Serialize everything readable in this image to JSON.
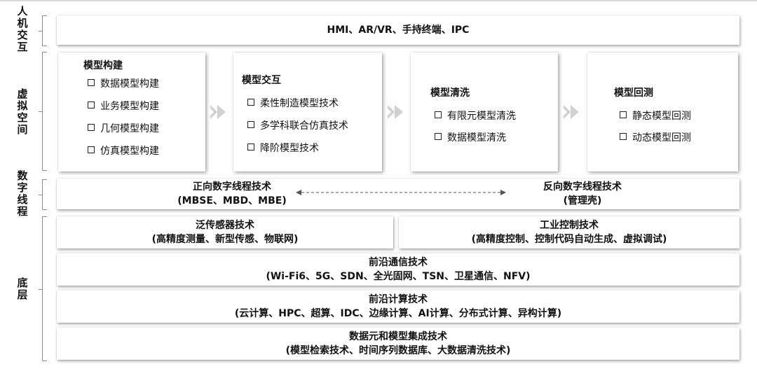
{
  "side_labels": {
    "human": "人机交互",
    "virtual": "虚拟空间",
    "thread": "数字线程",
    "base": "底层"
  },
  "hmi_bar": "HMI、AR/VR、手持终端、IPC",
  "cards": [
    {
      "title": "模型构建",
      "items": [
        "数据模型构建",
        "业务模型构建",
        "几何模型构建",
        "仿真模型构建"
      ]
    },
    {
      "title": "模型交互",
      "items": [
        "柔性制造模型技术",
        "多学科联合仿真技术",
        "降阶模型技术"
      ]
    },
    {
      "title": "模型清洗",
      "items": [
        "有限元模型清洗",
        "数据模型清洗"
      ]
    },
    {
      "title": "模型回测",
      "items": [
        "静态模型回测",
        "动态模型回测"
      ]
    }
  ],
  "thread": {
    "left_title": "正向数字线程技术",
    "left_sub": "(MBSE、MBD、MBE)",
    "right_title": "反向数字线程技术",
    "right_sub": "(管理壳)"
  },
  "base": {
    "sensor_title": "泛传感器技术",
    "sensor_sub": "(高精度测量、新型传感、物联网)",
    "control_title": "工业控制技术",
    "control_sub": "(高精度控制、控制代码自动生成、虚拟调试)",
    "comm_title": "前沿通信技术",
    "comm_sub": "(Wi-Fi6、5G、SDN、全光固网、TSN、卫星通信、NFV)",
    "compute_title": "前沿计算技术",
    "compute_sub": "(云计算、HPC、超算、IDC、边缘计算、AI计算、分布式计算、异构计算)",
    "data_title": "数据元和模型集成技术",
    "data_sub": "(模型检索技术、时间序列数据库、大数据清洗技术)"
  },
  "colors": {
    "chevron": "#d0d0d0",
    "bracket": "#8c8c8c",
    "arrow": "#555555"
  }
}
